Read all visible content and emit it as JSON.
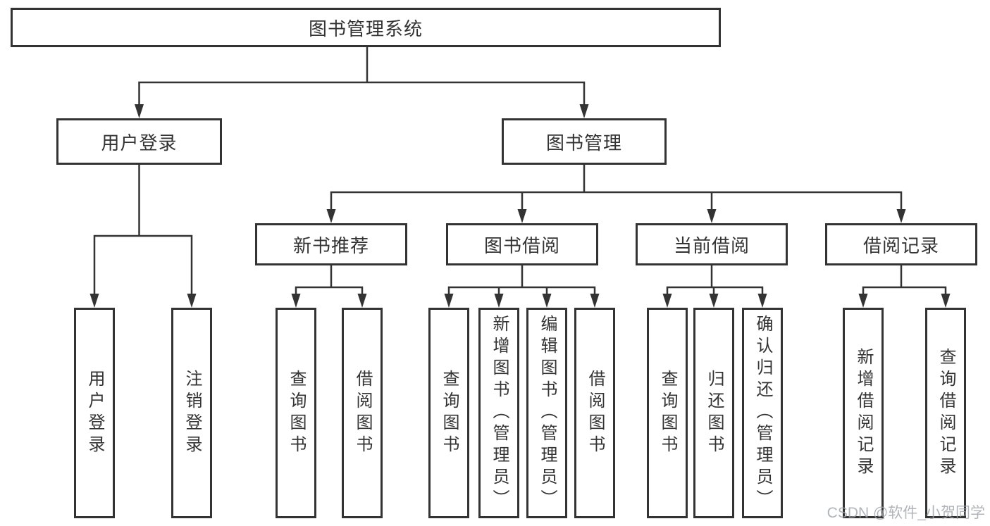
{
  "diagram": {
    "root": {
      "label": "图书管理系统"
    },
    "branches": [
      {
        "label": "用户登录",
        "children": [
          {
            "label": "用户登录"
          },
          {
            "label": "注销登录"
          }
        ]
      },
      {
        "label": "图书管理",
        "children": [
          {
            "label": "新书推荐",
            "children": [
              {
                "label": "查询图书"
              },
              {
                "label": "借阅图书"
              }
            ]
          },
          {
            "label": "图书借阅",
            "children": [
              {
                "label": "查询图书"
              },
              {
                "label": "新增图书（管理员）"
              },
              {
                "label": "编辑图书（管理员）"
              },
              {
                "label": "借阅图书"
              }
            ]
          },
          {
            "label": "当前借阅",
            "children": [
              {
                "label": "查询图书"
              },
              {
                "label": "归还图书"
              },
              {
                "label": "确认归还（管理员）"
              }
            ]
          },
          {
            "label": "借阅记录",
            "children": [
              {
                "label": "新增借阅记录"
              },
              {
                "label": "查询借阅记录"
              }
            ]
          }
        ]
      }
    ],
    "colors": {
      "line": "#333333",
      "text": "#333333",
      "box_background": "#ffffff",
      "page_background": "#ffffff"
    }
  },
  "watermark": {
    "text": "CSDN @软件_小贺同学",
    "color": "#9ea2a8"
  }
}
